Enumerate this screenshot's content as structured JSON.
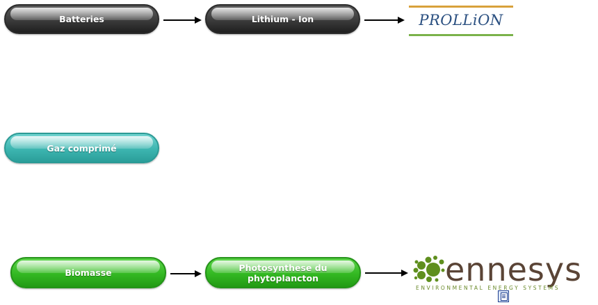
{
  "nodes": {
    "batteries": "Batteries",
    "lithium_ion": "Lithium - Ion",
    "gaz": "Gaz comprimé",
    "biomasse": "Biomasse",
    "photosynthese_line1": "Photosynthese du",
    "photosynthese_line2": "phytoplancton"
  },
  "logos": {
    "prollion": "PROLLiON",
    "ennesys": "ennesys",
    "ennesys_tagline": "ENVIRONMENTAL ENERGY SYSTEMS"
  },
  "colors": {
    "dark_pill": "#3b3b3b",
    "teal_pill": "#3db5b0",
    "green_pill": "#33b822",
    "prollion_top_bar": "#d8a13b",
    "prollion_bottom_bar": "#7bb24a",
    "prollion_text": "#2a4f80",
    "ennesys_text": "#5a4436",
    "ennesys_dots": "#5f8f1e"
  },
  "icons": {
    "arrow": "right-arrow-icon",
    "document": "document-icon"
  }
}
